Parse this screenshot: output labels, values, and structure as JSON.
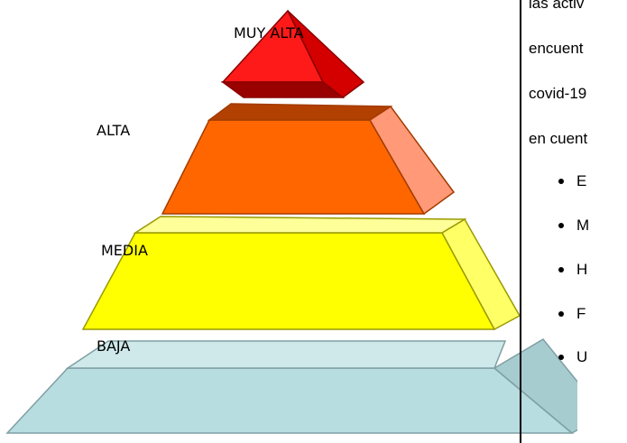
{
  "pyramid": {
    "levels": [
      {
        "label": "MUY ALTA",
        "color": "#ff1a1a"
      },
      {
        "label": "ALTA",
        "color": "#ff6600"
      },
      {
        "label": "MEDIA",
        "color": "#ffff00"
      },
      {
        "label": "BAJA",
        "color": "#b8dde0"
      }
    ]
  },
  "text": {
    "lines": [
      "las activ",
      "encuent",
      "covid-19",
      "en cuent"
    ],
    "bullets": [
      "E",
      "M",
      "H",
      "F",
      "U"
    ]
  }
}
